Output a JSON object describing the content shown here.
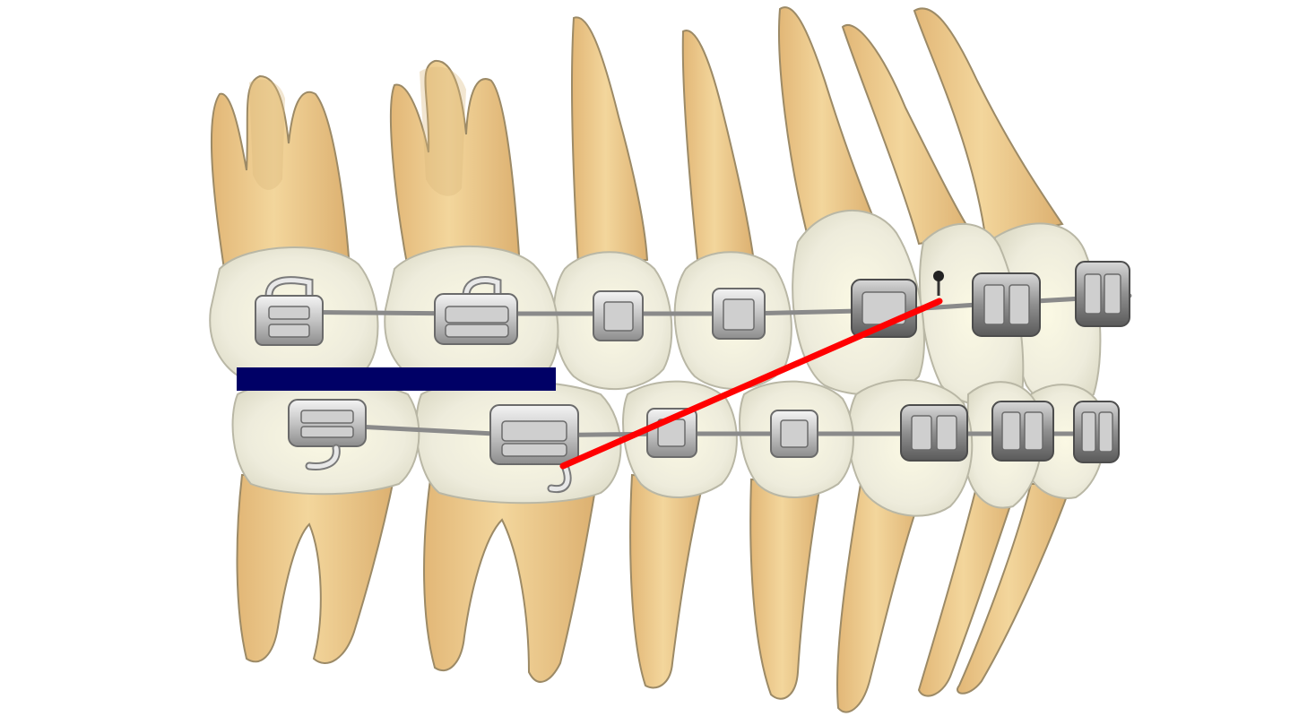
{
  "colors": {
    "background": "#ffffff",
    "root": "#eec98a",
    "crown": "#edecdc",
    "bracket": "#b5b5b5",
    "archwire": "#8a8a8a",
    "occlusal_marker": "#000066",
    "reference_line": "#ff0000"
  },
  "upper_arch": {
    "teeth": [
      "molar-2",
      "molar-1",
      "premolar-2",
      "premolar-1",
      "canine",
      "lateral-incisor",
      "central-incisor"
    ],
    "brackets": [
      "molar-tube",
      "molar-tube",
      "premolar-bracket",
      "premolar-bracket",
      "canine-bracket",
      "incisor-bracket",
      "incisor-bracket"
    ]
  },
  "lower_arch": {
    "teeth": [
      "molar-2",
      "molar-1",
      "premolar-2",
      "premolar-1",
      "canine",
      "lateral-incisor",
      "central-incisor"
    ],
    "brackets": [
      "molar-tube",
      "molar-tube",
      "premolar-bracket",
      "premolar-bracket",
      "canine-bracket",
      "incisor-bracket",
      "incisor-bracket"
    ]
  },
  "annotations": {
    "horizontal_bar": "navy",
    "diagonal_line": "red"
  }
}
